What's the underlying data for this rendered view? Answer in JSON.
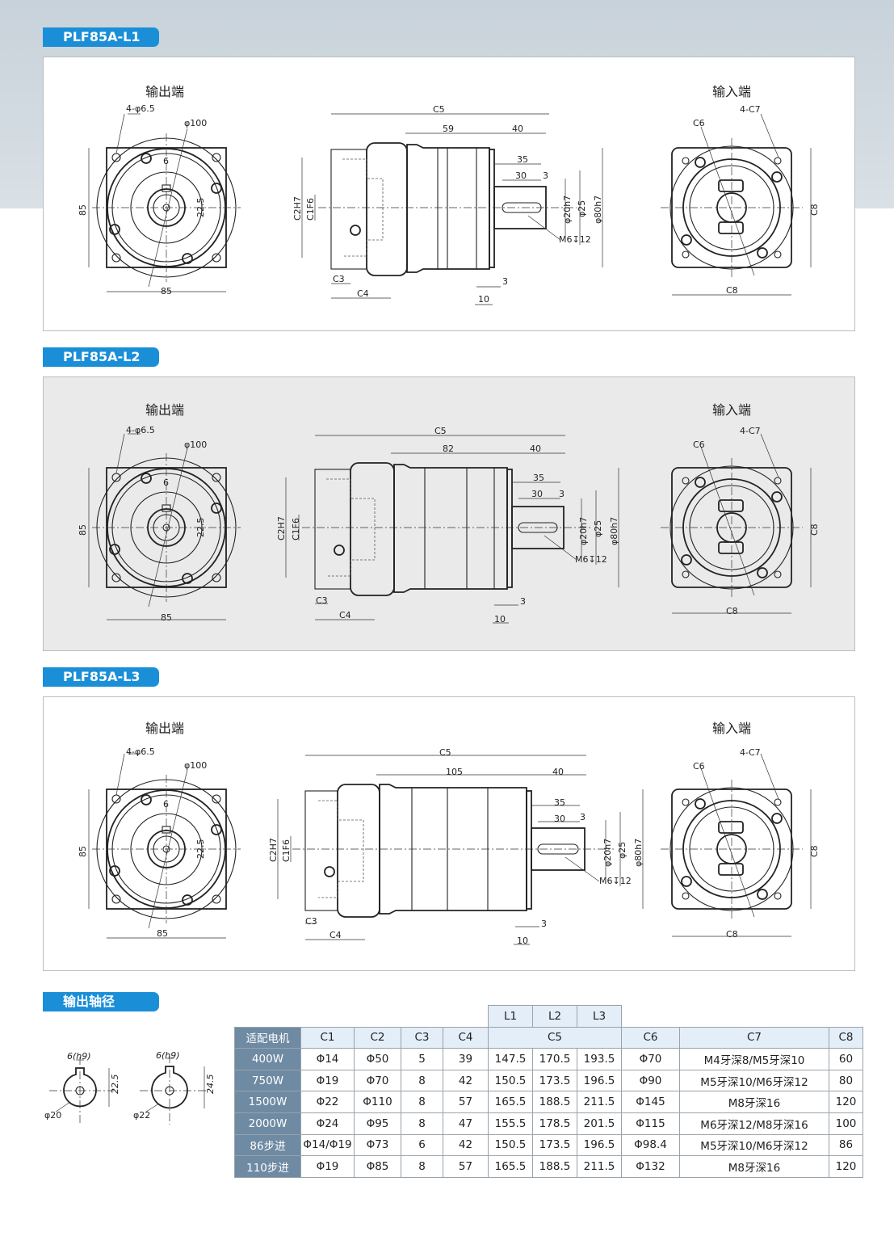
{
  "sections": [
    {
      "tag": "PLF85A-L1",
      "output_title": "输出端",
      "input_title": "输入端",
      "output_labels": {
        "holes": "4-φ6.5",
        "pcd": "φ100",
        "key": "6",
        "height": "22.5",
        "side_v": "85",
        "side_h": "85"
      },
      "side_labels": {
        "c5": "C5",
        "body": "59",
        "shaft": "40",
        "key_len": "35",
        "key_w": "30",
        "key_off": "3",
        "c2": "C2H7",
        "c1": "C1F6",
        "shaft_d": "φ20h7",
        "d25": "φ25",
        "d80": "φ80h7",
        "thread": "M6↧12",
        "c3": "C3",
        "c4": "C4",
        "flange": "10",
        "step": "3"
      },
      "input_labels": {
        "c7": "4-C7",
        "c6": "C6",
        "c8v": "C8",
        "c8h": "C8"
      }
    },
    {
      "tag": "PLF85A-L2",
      "output_title": "输出端",
      "input_title": "输入端",
      "output_labels": {
        "holes": "4-φ6.5",
        "pcd": "φ100",
        "key": "6",
        "height": "22.5",
        "side_v": "85",
        "side_h": "85"
      },
      "side_labels": {
        "c5": "C5",
        "body": "82",
        "shaft": "40",
        "key_len": "35",
        "key_w": "30",
        "key_off": "3",
        "c2": "C2H7",
        "c1": "C1F6",
        "shaft_d": "φ20h7",
        "d25": "φ25",
        "d80": "φ80h7",
        "thread": "M6↧12",
        "c3": "C3",
        "c4": "C4",
        "flange": "10",
        "step": "3"
      },
      "input_labels": {
        "c7": "4-C7",
        "c6": "C6",
        "c8v": "C8",
        "c8h": "C8"
      }
    },
    {
      "tag": "PLF85A-L3",
      "output_title": "输出端",
      "input_title": "输入端",
      "output_labels": {
        "holes": "4-φ6.5",
        "pcd": "φ100",
        "key": "6",
        "height": "22.5",
        "side_v": "85",
        "side_h": "85"
      },
      "side_labels": {
        "c5": "C5",
        "body": "105",
        "shaft": "40",
        "key_len": "35",
        "key_w": "30",
        "key_off": "3",
        "c2": "C2H7",
        "c1": "C1F6",
        "shaft_d": "φ20h7",
        "d25": "φ25",
        "d80": "φ80h7",
        "thread": "M6↧12",
        "c3": "C3",
        "c4": "C4",
        "flange": "10",
        "step": "3"
      },
      "input_labels": {
        "c7": "4-C7",
        "c6": "C6",
        "c8v": "C8",
        "c8h": "C8"
      }
    }
  ],
  "shaft": {
    "tag": "输出轴径",
    "left": {
      "key": "6(h9)",
      "height": "22.5",
      "dia": "φ20"
    },
    "right": {
      "key": "6(h9)",
      "height": "24.5",
      "dia": "φ22"
    }
  },
  "table": {
    "l_headers": [
      "L1",
      "L2",
      "L3"
    ],
    "headers": [
      "适配电机",
      "C1",
      "C2",
      "C3",
      "C4",
      "C5",
      "C6",
      "C7",
      "C8"
    ],
    "rows": [
      {
        "motor": "400W",
        "c1": "Φ14",
        "c2": "Φ50",
        "c3": "5",
        "c4": "39",
        "l1": "147.5",
        "l2": "170.5",
        "l3": "193.5",
        "c6": "Φ70",
        "c7": "M4牙深8/M5牙深10",
        "c8": "60"
      },
      {
        "motor": "750W",
        "c1": "Φ19",
        "c2": "Φ70",
        "c3": "8",
        "c4": "42",
        "l1": "150.5",
        "l2": "173.5",
        "l3": "196.5",
        "c6": "Φ90",
        "c7": "M5牙深10/M6牙深12",
        "c8": "80"
      },
      {
        "motor": "1500W",
        "c1": "Φ22",
        "c2": "Φ110",
        "c3": "8",
        "c4": "57",
        "l1": "165.5",
        "l2": "188.5",
        "l3": "211.5",
        "c6": "Φ145",
        "c7": "M8牙深16",
        "c8": "120"
      },
      {
        "motor": "2000W",
        "c1": "Φ24",
        "c2": "Φ95",
        "c3": "8",
        "c4": "47",
        "l1": "155.5",
        "l2": "178.5",
        "l3": "201.5",
        "c6": "Φ115",
        "c7": "M6牙深12/M8牙深16",
        "c8": "100"
      },
      {
        "motor": "86步进",
        "c1": "Φ14/Φ19",
        "c2": "Φ73",
        "c3": "6",
        "c4": "42",
        "l1": "150.5",
        "l2": "173.5",
        "l3": "196.5",
        "c6": "Φ98.4",
        "c7": "M5牙深10/M6牙深12",
        "c8": "86"
      },
      {
        "motor": "110步进",
        "c1": "Φ19",
        "c2": "Φ85",
        "c3": "8",
        "c4": "57",
        "l1": "165.5",
        "l2": "188.5",
        "l3": "211.5",
        "c6": "Φ132",
        "c7": "M8牙深16",
        "c8": "120"
      }
    ]
  },
  "colors": {
    "tag": "#1a8fd8",
    "row_header": "#6f8aa3",
    "col_header": "#e4eef8",
    "panel_alt": "#eaeaea"
  }
}
